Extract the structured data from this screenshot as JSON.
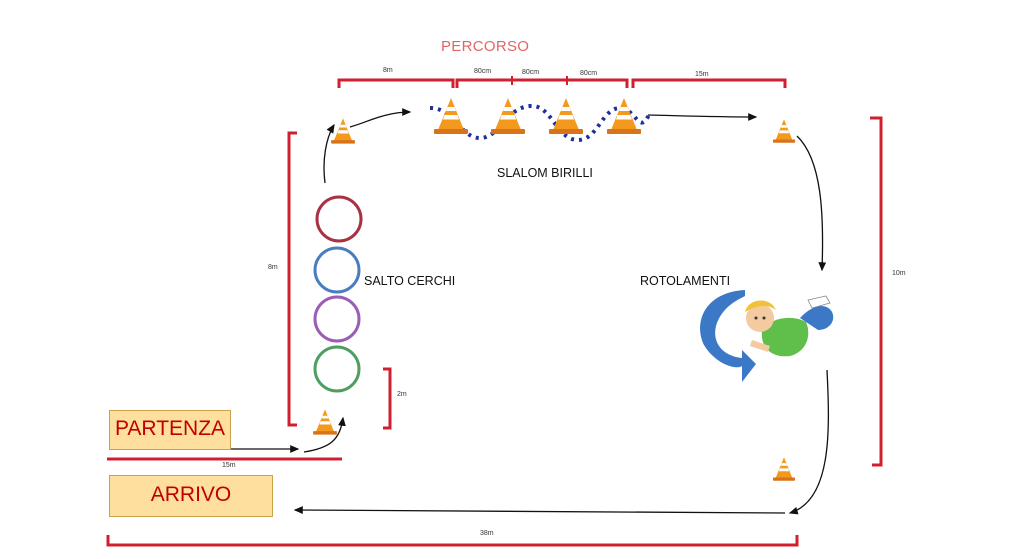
{
  "title": "PERCORSO",
  "stations": {
    "slalom": "SLALOM BIRILLI",
    "hoops": "SALTO CERCHI",
    "roll": "ROTOLAMENTI"
  },
  "start_label": "PARTENZA",
  "finish_label": "ARRIVO",
  "dimensions": {
    "top_first": "8m",
    "gap_a": "80cm",
    "gap_b": "80cm",
    "gap_c": "80cm",
    "top_last": "15m",
    "left_side": "8m",
    "hoop_spacing": "2m",
    "right_side": "10m",
    "start_line": "15m",
    "bottom_total": "38m"
  },
  "colors": {
    "accent": "#e06666",
    "measure": "#d0202f",
    "box_fill": "#ffdf9e",
    "box_text": "#c00000",
    "cone": "#f39a1e",
    "slalom_dots": "#1f2f9a",
    "hoops": [
      "#a83244",
      "#4a7dbf",
      "#9b5db5",
      "#4f9e61"
    ]
  },
  "icons": [
    "traffic-cone-icon",
    "hoop-ring-icon",
    "rolling-child-icon",
    "curved-arrow-icon"
  ]
}
